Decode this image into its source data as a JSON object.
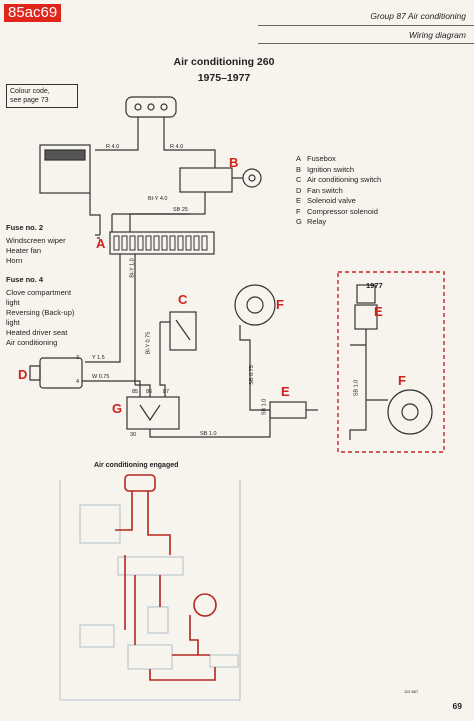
{
  "stamp": "85ac69",
  "header": {
    "group": "Group 87 Air conditioning",
    "section": "Wiring diagram"
  },
  "title": {
    "line1": "Air conditioning 260",
    "line2": "1975–1977"
  },
  "colour_code": {
    "line1": "Colour code,",
    "line2": "see page 73"
  },
  "legend": [
    {
      "key": "A",
      "text": "Fusebox"
    },
    {
      "key": "B",
      "text": "Ignition switch"
    },
    {
      "key": "C",
      "text": "Air conditioning switch"
    },
    {
      "key": "D",
      "text": "Fan switch"
    },
    {
      "key": "E",
      "text": "Solenoid valve"
    },
    {
      "key": "F",
      "text": "Compressor solenoid"
    },
    {
      "key": "G",
      "text": "Relay"
    }
  ],
  "fuse2": {
    "heading": "Fuse no. 2",
    "items": [
      "Windscreen wiper",
      "Heater fan",
      "Horn"
    ]
  },
  "fuse4": {
    "heading": "Fuse no. 4",
    "items": [
      "Clove compartment light",
      "Reversing (Back-up) light",
      "Heated driver seat",
      "Air conditioning"
    ]
  },
  "fuse4_lines": [
    "Clove compartment",
    "light",
    "Reversing (Back-up)",
    "light",
    "Heated driver seat",
    "Air conditioning"
  ],
  "components": {
    "A": "A",
    "B": "B",
    "C": "C",
    "D": "D",
    "E": "E",
    "F": "F",
    "G": "G",
    "E2": "E",
    "F2": "F"
  },
  "wires": {
    "r40a": "R 4.0",
    "r40b": "R 4.0",
    "sb25": "SB 25",
    "bly40": "Bl-Y 4.0",
    "bly10": "Bl-Y 1.0",
    "bly075": "Bl-Y 0.75",
    "y15": "Y 1.5",
    "w075": "W 0.75",
    "sb075": "SB 0.75",
    "sb10": "SB 1.0",
    "sb10b": "SB 1.0",
    "sb10c": "SB 1.0"
  },
  "terminals": {
    "t3": "3",
    "t4": "4",
    "t85": "85",
    "t86": "86",
    "t87": "87",
    "t30": "30"
  },
  "inset": {
    "year": "1977"
  },
  "engaged_title": "Air conditioning engaged",
  "figure_code": "112 867",
  "page_number": "69",
  "colors": {
    "stamp_red": "#e0251b",
    "label_red": "#d3201a",
    "inset_border": "#c8242a",
    "active_wire": "#b3261e",
    "faded_wire": "#b9c3cc"
  }
}
